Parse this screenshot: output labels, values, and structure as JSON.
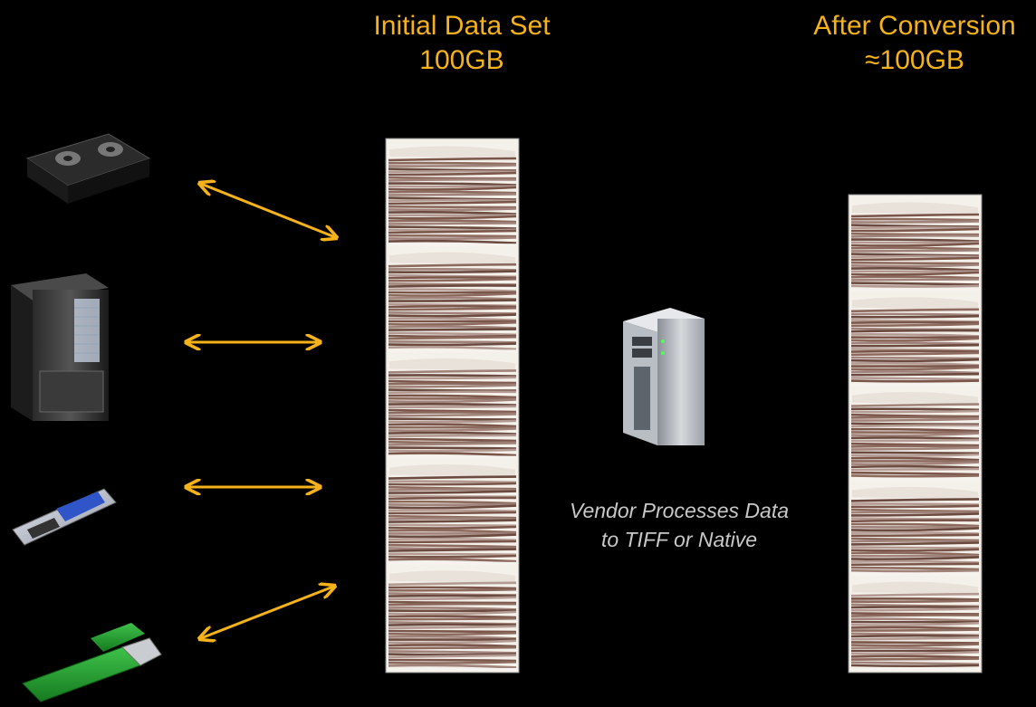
{
  "initial": {
    "line1": "Initial Data Set",
    "line2": "100GB"
  },
  "after": {
    "line1": "After Conversion",
    "line2": "≈100GB"
  },
  "process": {
    "line1": "Vendor Processes Data",
    "line2": "to TIFF or Native"
  },
  "sources": [
    {
      "icon": "videotape-icon"
    },
    {
      "icon": "computer-tower-icon"
    },
    {
      "icon": "mobile-phone-icon"
    },
    {
      "icon": "usb-drive-icon"
    }
  ],
  "stacks": {
    "initial_sections": 5,
    "after_sections": 5
  },
  "colors": {
    "heading": "#f5b21a",
    "arrow": "#f5b21a",
    "background": "#000000",
    "caption": "#c8c8c8"
  }
}
